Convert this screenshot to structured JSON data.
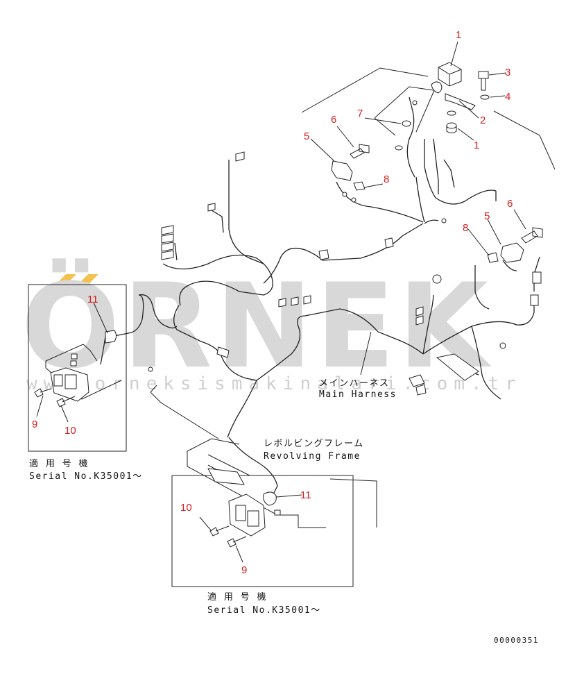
{
  "watermark": {
    "brand": "ÖRNEK",
    "url": "www.orneksismakinalari.com.tr"
  },
  "callouts": [
    {
      "id": "c1a",
      "text": "1"
    },
    {
      "id": "c1b",
      "text": "1"
    },
    {
      "id": "c2",
      "text": "2"
    },
    {
      "id": "c3",
      "text": "3"
    },
    {
      "id": "c4",
      "text": "4"
    },
    {
      "id": "c5a",
      "text": "5"
    },
    {
      "id": "c5b",
      "text": "5"
    },
    {
      "id": "c6a",
      "text": "6"
    },
    {
      "id": "c6b",
      "text": "6"
    },
    {
      "id": "c7",
      "text": "7"
    },
    {
      "id": "c8a",
      "text": "8"
    },
    {
      "id": "c8b",
      "text": "8"
    },
    {
      "id": "c9a",
      "text": "9"
    },
    {
      "id": "c9b",
      "text": "9"
    },
    {
      "id": "c10a",
      "text": "10"
    },
    {
      "id": "c10b",
      "text": "10"
    },
    {
      "id": "c11a",
      "text": "11"
    },
    {
      "id": "c11b",
      "text": "11"
    }
  ],
  "labels": {
    "main_harness_jp": "メインハーネス",
    "main_harness_en": "Main Harness",
    "revolving_frame_jp": "レボルビングフレーム",
    "revolving_frame_en": "Revolving Frame",
    "serial_left_jp": "適 用 号 機",
    "serial_left_en": "Serial No.K35001～",
    "serial_bottom_jp": "適 用 号 機",
    "serial_bottom_en": "Serial No.K35001～",
    "drawing_number": "00000351"
  },
  "colors": {
    "callout": "#d42020",
    "line": "#222222",
    "watermark": "#d8d8d8",
    "accent_gold": "#f2c14e"
  }
}
